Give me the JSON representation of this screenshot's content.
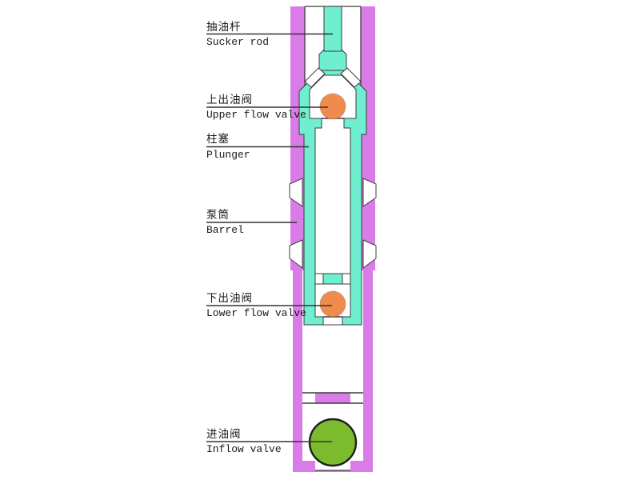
{
  "diagram": {
    "type": "technical-schematic",
    "subject": "sucker rod pump (downhole oil well pump) cross-section",
    "labels": [
      {
        "id": "sucker-rod",
        "zh": "抽油杆",
        "en": "Sucker rod"
      },
      {
        "id": "upper-flow-valve",
        "zh": "上出油阀",
        "en": "Upper flow valve"
      },
      {
        "id": "plunger",
        "zh": "柱塞",
        "en": "Plunger"
      },
      {
        "id": "barrel",
        "zh": "泵筒",
        "en": "Barrel"
      },
      {
        "id": "lower-flow-valve",
        "zh": "下出油阀",
        "en": "Lower flow valve"
      },
      {
        "id": "inflow-valve",
        "zh": "进油阀",
        "en": "Inflow valve"
      }
    ],
    "colors": {
      "tubing_purple": "#d97ce8",
      "rod_plunger_teal": "#6feed0",
      "flow_valve_orange": "#ef8b4d",
      "inflow_valve_green": "#7cba2e",
      "outline_dark": "#3c3c3c",
      "label_line": "#333333",
      "background": "#ffffff"
    }
  }
}
